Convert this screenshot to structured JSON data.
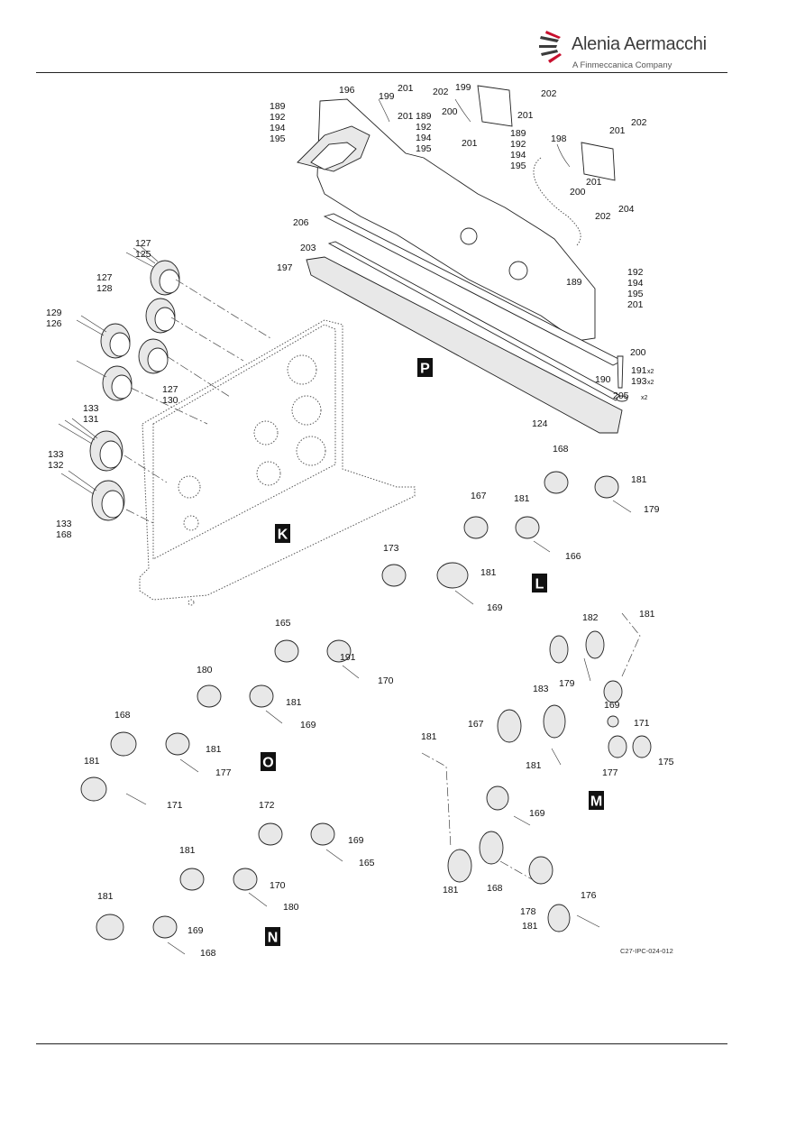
{
  "header": {
    "brand": "Alenia Aermacchi",
    "tagline": "A Finmeccanica Company",
    "brand_color": "#c8102e"
  },
  "figure": {
    "reference": "C27-IPC-024-012",
    "views": [
      "P",
      "K",
      "L",
      "O",
      "M",
      "N"
    ],
    "callouts": [
      "196",
      "199",
      "201",
      "202",
      "199",
      "202",
      "189",
      "192",
      "194",
      "195",
      "201",
      "189",
      "192",
      "194",
      "195",
      "200",
      "201",
      "189",
      "192",
      "194",
      "195",
      "201",
      "198",
      "202",
      "200",
      "201",
      "201",
      "202",
      "204",
      "206",
      "203",
      "197",
      "189",
      "192",
      "194",
      "195",
      "201",
      "200",
      "190",
      "191",
      "193",
      "205",
      "124",
      "127",
      "125",
      "127",
      "128",
      "129",
      "126",
      "127",
      "130",
      "133",
      "131",
      "133",
      "132",
      "133",
      "168",
      "168",
      "181",
      "179",
      "167",
      "181",
      "166",
      "173",
      "181",
      "169",
      "165",
      "191",
      "170",
      "180",
      "181",
      "169",
      "168",
      "181",
      "177",
      "181",
      "171",
      "167",
      "182",
      "181",
      "179",
      "169",
      "183",
      "171",
      "181",
      "177",
      "175",
      "181",
      "169",
      "181",
      "168",
      "178",
      "176",
      "181",
      "172",
      "169",
      "165",
      "181",
      "170",
      "180",
      "181",
      "169",
      "168",
      "181"
    ],
    "multipliers": [
      "x2",
      "x2",
      "x2"
    ]
  }
}
